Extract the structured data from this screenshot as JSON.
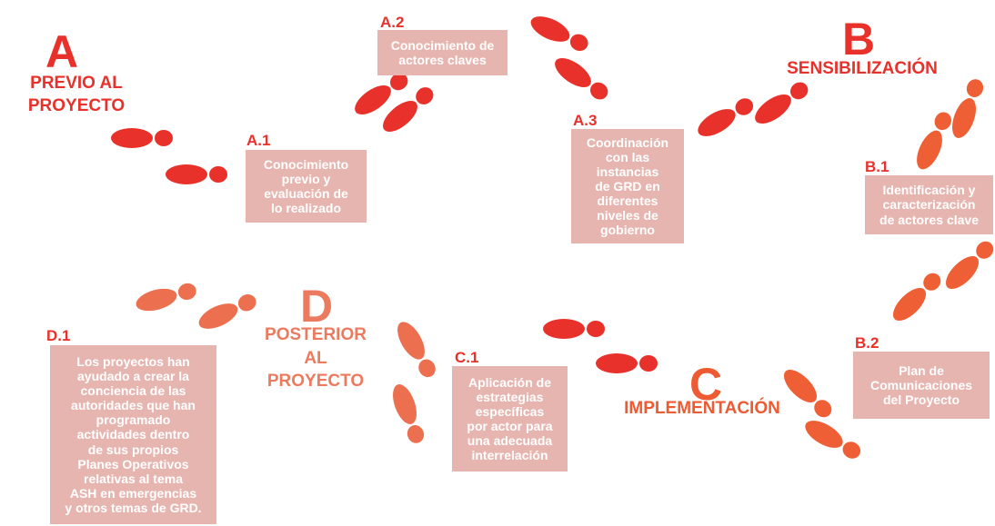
{
  "phases": {
    "A": {
      "letter": "A",
      "title": "PREVIO AL\nPROYECTO"
    },
    "B": {
      "letter": "B",
      "title": "SENSIBILIZACIÓN"
    },
    "C": {
      "letter": "C",
      "title": "IMPLEMENTACIÓN"
    },
    "D": {
      "letter": "D",
      "title": "POSTERIOR\nAL\nPROYECTO"
    }
  },
  "steps": {
    "A1": {
      "id": "A.1",
      "text": "Conocimiento\nprevio y\nevaluación de\nlo realizado"
    },
    "A2": {
      "id": "A.2",
      "text": "Conocimiento de\nactores claves"
    },
    "A3": {
      "id": "A.3",
      "text": "Coordinación\ncon las\ninstancias\nde GRD en\ndiferentes\nniveles de\ngobierno"
    },
    "B1": {
      "id": "B.1",
      "text": "Identificación y\ncaracterización\nde actores clave"
    },
    "B2": {
      "id": "B.2",
      "text": "Plan de\nComunicaciones\ndel Proyecto"
    },
    "C1": {
      "id": "C.1",
      "text": "Aplicación de\nestrategias\nespecíficas\npor actor para\nuna adecuada\ninterrelación"
    },
    "D1": {
      "id": "D.1",
      "text": "Los proyectos han\nayudado a crear la\nconciencia de las\nautoridades que han\nprogramado\nactividades dentro\nde sus propios\nPlanes Operativos\nrelativas al tema\nASH en emergencias\ny otros temas de GRD."
    }
  },
  "colors": {
    "red": "#e8312a",
    "orange": "#ee5f35",
    "salmon": "#ec7a5f",
    "box": "#e7b5b0"
  },
  "icons": [
    "footprint-icon"
  ]
}
